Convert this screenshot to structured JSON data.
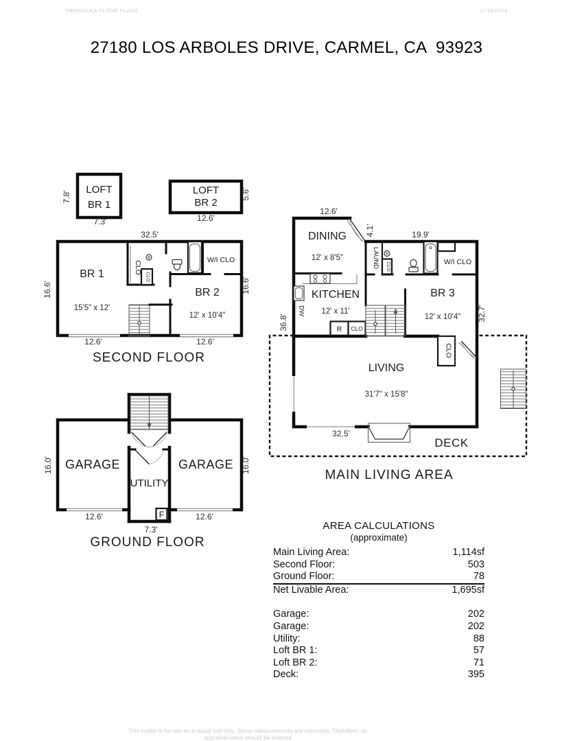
{
  "header": {
    "brand": "PENINSULA FLOOR PLANS",
    "date": "12/16/2024"
  },
  "title": "27180 LOS ARBOLES DRIVE, CARMEL, CA  93923",
  "second_floor": {
    "title": "SECOND FLOOR",
    "loft_br1": {
      "line1": "LOFT",
      "line2": "BR 1",
      "height": "7.8'",
      "width": "7.3'"
    },
    "loft_br2": {
      "line1": "LOFT",
      "line2": "BR 2",
      "height": "5.6'",
      "width": "12.6'"
    },
    "width_top": "32.5'",
    "height_left": "16.6'",
    "height_right": "16.6'",
    "br1": {
      "name": "BR 1",
      "size": "15'5\" x 12'",
      "width": "12.6'"
    },
    "br2": {
      "name": "BR 2",
      "size": "12' x 10'4\"",
      "width": "12.6'"
    },
    "closet1": "CLO",
    "closet2": "CLO",
    "walk_in_closet": "W/I CLO"
  },
  "main_living": {
    "title": "MAIN LIVING AREA",
    "width_top": "12.6'",
    "entry_width": "4.1'",
    "width_top_right": "19.9'",
    "height_left": "36.8'",
    "height_right": "32.7'",
    "width_bottom": "32.5'",
    "dining": {
      "name": "DINING",
      "size": "12' x 8'5\""
    },
    "kitchen": {
      "name": "KITCHEN",
      "size": "12' x 11'",
      "dishwasher": "DW",
      "refrigerator": "R",
      "closet": "CLO"
    },
    "laundry": "LAUND",
    "laundry_closet": "CLO",
    "walk_in_closet": "W/I CLO",
    "br3": {
      "name": "BR 3",
      "size": "12' x 10'4\""
    },
    "living": {
      "name": "LIVING",
      "size": "31'7\" x 15'8\"",
      "closet": "CLO"
    },
    "deck": "DECK"
  },
  "ground_floor": {
    "title": "GROUND FLOOR",
    "garage_left": {
      "name": "GARAGE",
      "height": "16.0'",
      "width": "12.6'"
    },
    "garage_right": {
      "name": "GARAGE",
      "height": "16.0'",
      "width": "12.6'"
    },
    "utility": {
      "name": "UTILITY",
      "width": "7.3'",
      "furnace": "F"
    }
  },
  "area_calculations": {
    "title": "AREA CALCULATIONS",
    "subtitle": "(approximate)",
    "living_rows": [
      {
        "label": "Main Living Area:",
        "value": "1,114sf"
      },
      {
        "label": "Second Floor:",
        "value": "503"
      },
      {
        "label": "Ground Floor:",
        "value": "78"
      },
      {
        "label": "Net Livable Area:",
        "value": "1,695sf"
      }
    ],
    "other_rows": [
      {
        "label": "Garage:",
        "value": "202"
      },
      {
        "label": "Garage:",
        "value": "202"
      },
      {
        "label": "Utility:",
        "value": "88"
      },
      {
        "label": "Loft BR 1:",
        "value": "57"
      },
      {
        "label": "Loft BR 2:",
        "value": "71"
      },
      {
        "label": "Deck:",
        "value": "395"
      }
    ]
  },
  "footer": "This model is for use as a visual tool only. Some measurements are estimates. Therefore, no appraisal value should be inferred"
}
